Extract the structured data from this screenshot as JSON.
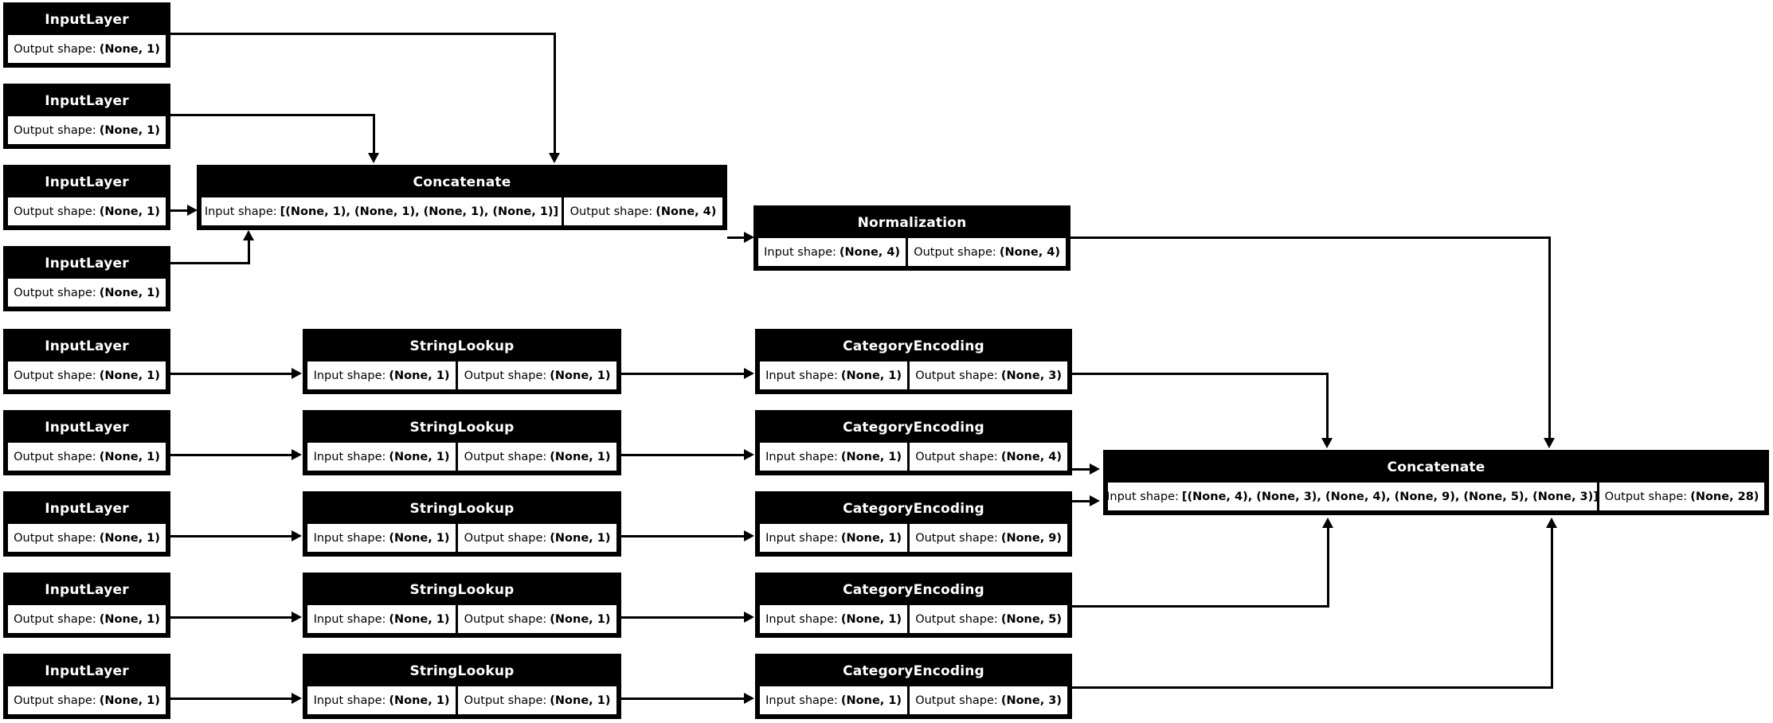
{
  "diagram": {
    "title": "Keras functional model plot",
    "colors": {
      "node_header_bg": "#000000",
      "node_header_text": "#ffffff",
      "node_body_bg": "#ffffff",
      "node_body_text": "#000000",
      "edge": "#000000",
      "canvas": "#ffffff"
    },
    "labels": {
      "input_prefix": "Input shape:",
      "output_prefix": "Output shape:"
    }
  },
  "numeric_inputs": [
    {
      "type": "InputLayer",
      "output_shape": "(None, 1)"
    },
    {
      "type": "InputLayer",
      "output_shape": "(None, 1)"
    },
    {
      "type": "InputLayer",
      "output_shape": "(None, 1)"
    },
    {
      "type": "InputLayer",
      "output_shape": "(None, 1)"
    }
  ],
  "numeric_concat": {
    "type": "Concatenate",
    "input_shape": "[(None, 1), (None, 1), (None, 1), (None, 1)]",
    "output_shape": "(None, 4)"
  },
  "normalization": {
    "type": "Normalization",
    "input_shape": "(None, 4)",
    "output_shape": "(None, 4)"
  },
  "categorical_rows": [
    {
      "input": {
        "type": "InputLayer",
        "output_shape": "(None, 1)"
      },
      "lookup": {
        "type": "StringLookup",
        "input_shape": "(None, 1)",
        "output_shape": "(None, 1)"
      },
      "encoding": {
        "type": "CategoryEncoding",
        "input_shape": "(None, 1)",
        "output_shape": "(None, 3)"
      }
    },
    {
      "input": {
        "type": "InputLayer",
        "output_shape": "(None, 1)"
      },
      "lookup": {
        "type": "StringLookup",
        "input_shape": "(None, 1)",
        "output_shape": "(None, 1)"
      },
      "encoding": {
        "type": "CategoryEncoding",
        "input_shape": "(None, 1)",
        "output_shape": "(None, 4)"
      }
    },
    {
      "input": {
        "type": "InputLayer",
        "output_shape": "(None, 1)"
      },
      "lookup": {
        "type": "StringLookup",
        "input_shape": "(None, 1)",
        "output_shape": "(None, 1)"
      },
      "encoding": {
        "type": "CategoryEncoding",
        "input_shape": "(None, 1)",
        "output_shape": "(None, 9)"
      }
    },
    {
      "input": {
        "type": "InputLayer",
        "output_shape": "(None, 1)"
      },
      "lookup": {
        "type": "StringLookup",
        "input_shape": "(None, 1)",
        "output_shape": "(None, 1)"
      },
      "encoding": {
        "type": "CategoryEncoding",
        "input_shape": "(None, 1)",
        "output_shape": "(None, 5)"
      }
    },
    {
      "input": {
        "type": "InputLayer",
        "output_shape": "(None, 1)"
      },
      "lookup": {
        "type": "StringLookup",
        "input_shape": "(None, 1)",
        "output_shape": "(None, 1)"
      },
      "encoding": {
        "type": "CategoryEncoding",
        "input_shape": "(None, 1)",
        "output_shape": "(None, 3)"
      }
    }
  ],
  "final_concat": {
    "type": "Concatenate",
    "input_shape": "[(None, 4), (None, 3), (None, 4), (None, 9), (None, 5), (None, 3)]",
    "output_shape": "(None, 28)"
  }
}
